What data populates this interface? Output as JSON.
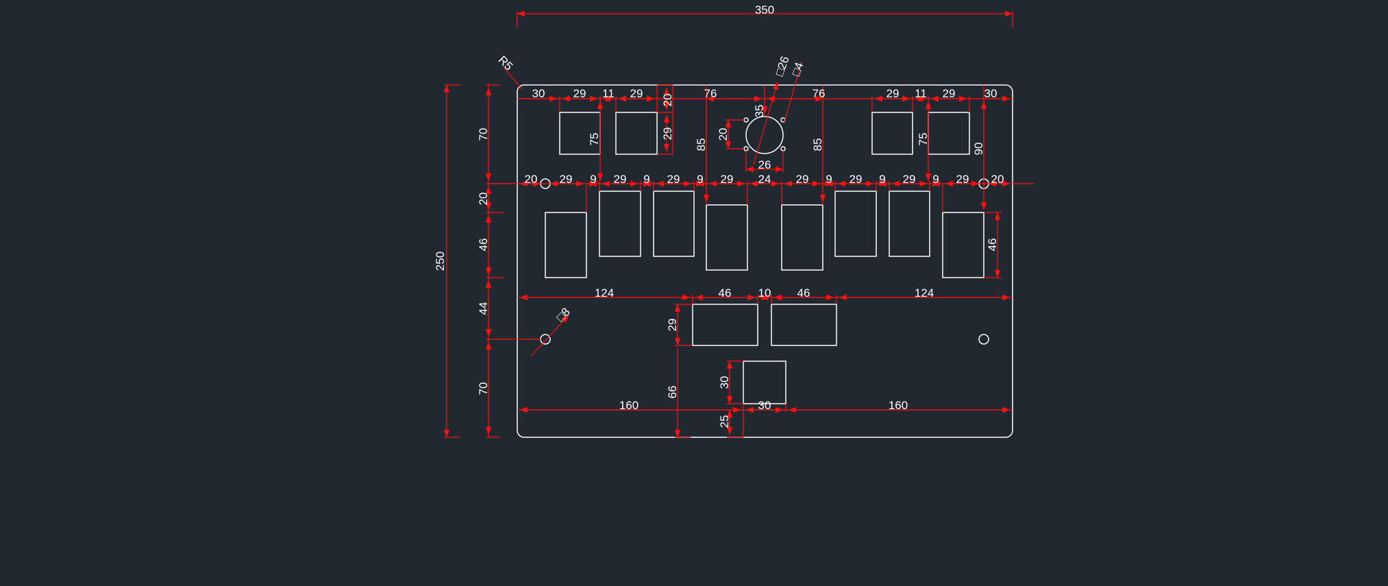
{
  "drawing": {
    "line_color": "#ffffff",
    "dim_color": "#ff1010",
    "background": "#212830",
    "dimensions": {
      "overall_width": "350",
      "overall_height": "250",
      "corner_radius": "R5",
      "top_margin_left": "30",
      "top_rect_w1": "29",
      "top_gap1": "11",
      "top_rect_w2": "29",
      "top_right_gap_left": "20",
      "center_offset_left": "76",
      "center_offset_right": "76",
      "top_rect_w3": "29",
      "top_gap2": "11",
      "top_rect_w4": "29",
      "top_margin_right": "30",
      "left_upper_h": "70",
      "top_rect_h1": "75",
      "top_rect_h2": "29",
      "mid_rect_h_left": "85",
      "mid_rect_h_right": "85",
      "top_rect_h_right": "75",
      "right_h": "90",
      "connector_diameter": "□26",
      "connector_hole": "□4",
      "connector_vertical": "35",
      "connector_pitch_v": "20",
      "connector_pitch_h": "26",
      "mid_left_margin": "20",
      "mid_w1": "29",
      "mid_gap1": "9",
      "mid_w2": "29",
      "mid_gap2": "9",
      "mid_w3": "29",
      "mid_gap3": "9",
      "mid_w4": "29",
      "mid_center_gap": "24",
      "mid_w5": "29",
      "mid_gap5": "9",
      "mid_w6": "29",
      "mid_gap6": "9",
      "mid_w7": "29",
      "mid_gap7": "9",
      "mid_w8": "29",
      "mid_right_margin": "20",
      "left_20": "20",
      "left_46": "46",
      "right_46": "46",
      "left_44": "44",
      "left_70_lower": "70",
      "bottom_124_left": "124",
      "bottom_46_a": "46",
      "bottom_10": "10",
      "bottom_46_b": "46",
      "bottom_124_right": "124",
      "hole_diameter": "□8",
      "bottom_rect_h": "29",
      "lower_rect_h": "30",
      "lower_66": "66",
      "lower_160_left": "160",
      "lower_30": "30",
      "lower_160_right": "160",
      "lower_25": "25"
    }
  }
}
